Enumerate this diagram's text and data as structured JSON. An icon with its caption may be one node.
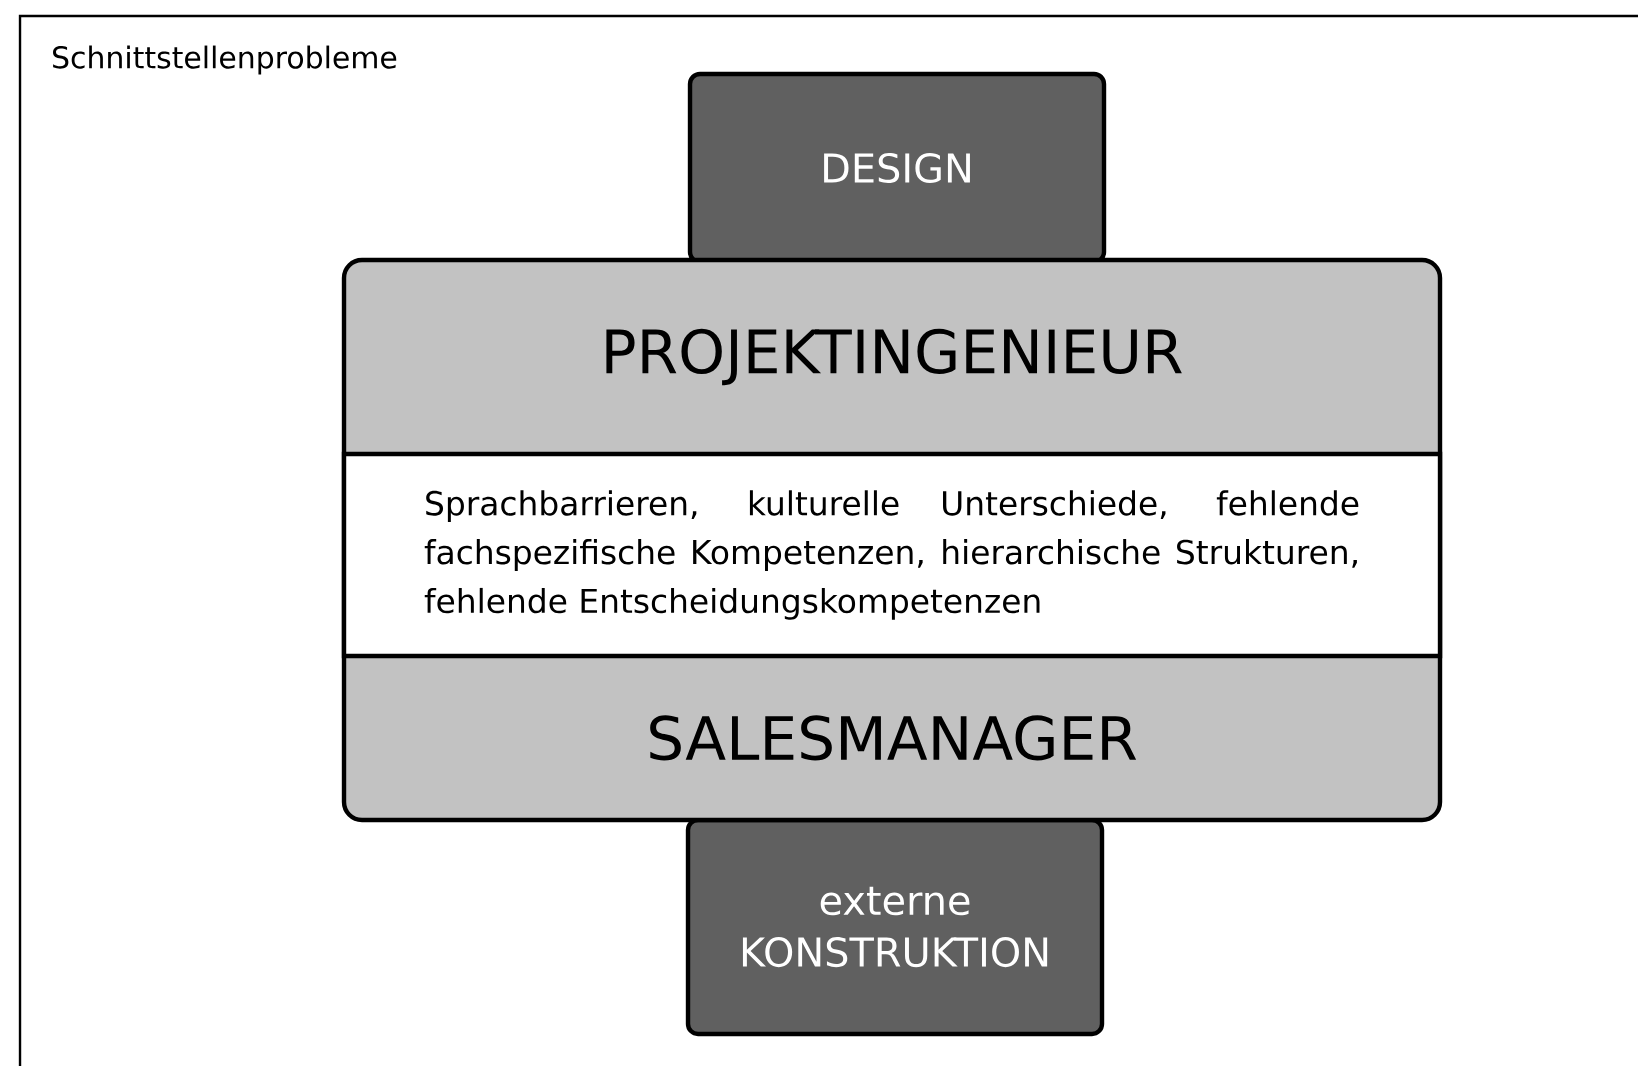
{
  "diagram": {
    "title": "Schnittstellenprobleme",
    "nodes": [
      {
        "text": [
          "DESIGN"
        ]
      },
      {
        "text": [
          "PROJEKTINGENIEUR",
          "SALESMANAGER"
        ]
      },
      {
        "text": [
          "Sprachbarrieren, kulturelle Unterschiede, fehlende fachspezifische Kompetenzen, hierarchische Strukturen, fehlende Entscheidungskompetenzen"
        ],
        "in": 1
      },
      {
        "text": [
          "externe KONSTRUKTION"
        ]
      }
    ]
  }
}
